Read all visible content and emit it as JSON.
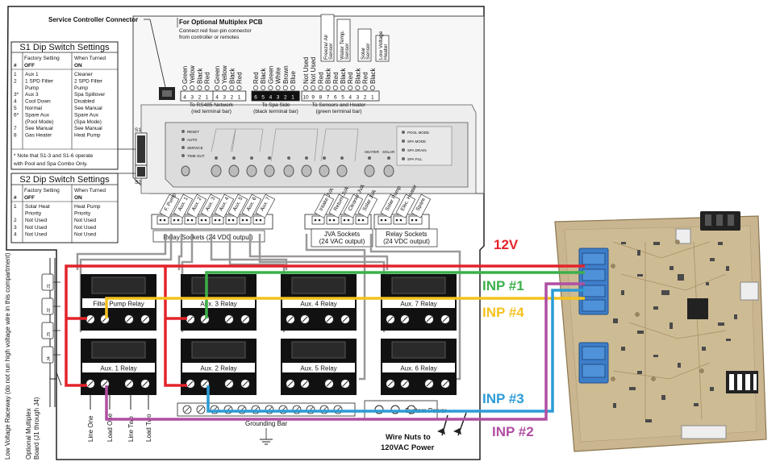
{
  "header": {
    "service_controller_connector": "Service Controller Connector",
    "multiplex_title": "For Optional Multiplex PCB",
    "multiplex_desc_1": "Connect red four-pin connector",
    "multiplex_desc_2": "from controller or remotes"
  },
  "s1_table": {
    "title": "S1 Dip Switch Settings",
    "col_num": "#",
    "col_factory_1": "Factory Setting",
    "col_factory_2": "OFF",
    "col_turned_1": "When Turned",
    "col_turned_2": "ON",
    "rows": [
      {
        "num": "1",
        "off": [
          "Aux 1"
        ],
        "on": [
          "Cleaner"
        ]
      },
      {
        "num": "2",
        "off": [
          "1 SPD Filter",
          "Pump"
        ],
        "on": [
          "2 SPD Filter",
          "Pump"
        ]
      },
      {
        "num": "3*",
        "off": [
          "Aux 3"
        ],
        "on": [
          "Spa Spillover"
        ]
      },
      {
        "num": "4",
        "off": [
          "Cool Down"
        ],
        "on": [
          "Disabled"
        ]
      },
      {
        "num": "5",
        "off": [
          "Normal"
        ],
        "on": [
          "See Manual"
        ]
      },
      {
        "num": "6*",
        "off": [
          "Spare Aux",
          "(Pool Mode)"
        ],
        "on": [
          "Spare Aux",
          "(Spa Mode)"
        ]
      },
      {
        "num": "7",
        "off": [
          "See Manual"
        ],
        "on": [
          "See Manual"
        ]
      },
      {
        "num": "8",
        "off": [
          "Gas Heater"
        ],
        "on": [
          "Heat Pump"
        ]
      }
    ],
    "note_1": "* Note that S1-3 and S1-6 operate",
    "note_2": "with Pool and Spa Combo Only."
  },
  "s2_table": {
    "title": "S2 Dip Switch Settings",
    "col_num": "#",
    "col_factory_1": "Factory Setting",
    "col_factory_2": "OFF",
    "col_turned_1": "When Turned",
    "col_turned_2": "ON",
    "rows": [
      {
        "num": "1",
        "off": [
          "Solar Heat",
          "Priority"
        ],
        "on": [
          "Heat Pump",
          "Priority"
        ]
      },
      {
        "num": "2",
        "off": [
          "Not Used"
        ],
        "on": [
          "Not Used"
        ]
      },
      {
        "num": "3",
        "off": [
          "Not Used"
        ],
        "on": [
          "Not Used"
        ]
      },
      {
        "num": "4",
        "off": [
          "Not Used"
        ],
        "on": [
          "Not Used"
        ]
      }
    ]
  },
  "terminals": {
    "rs485_wires": [
      "Green",
      "Yellow",
      "Black",
      "Red"
    ],
    "rs485_nums": [
      "4",
      "3",
      "2",
      "1"
    ],
    "rs485_wires_b": [
      "Green",
      "Yellow",
      "Black",
      "Red"
    ],
    "rs485_nums_b": [
      "4",
      "3",
      "2",
      "1"
    ],
    "rs485_label_1": "To RS485 Network",
    "rs485_label_2": "(red terminal bar)",
    "spa_wires": [
      "Red",
      "Black",
      "Green",
      "White",
      "Brown",
      "Blue"
    ],
    "spa_nums": [
      "6",
      "5",
      "4",
      "3",
      "2",
      "1"
    ],
    "spa_label_1": "To Spa Side",
    "spa_label_2": "(black terminal bar)",
    "sensor_wires": [
      "Not Used",
      "Not Used",
      "Red",
      "Black",
      "Red",
      "Black",
      "Red",
      "Black",
      "Red",
      "Black"
    ],
    "sensor_nums": [
      "10",
      "9",
      "8",
      "7",
      "6",
      "5",
      "4",
      "3",
      "2",
      "1"
    ],
    "sensor_groups": [
      "Freeze/ Air Sensor",
      "Water Temp. Sensor",
      "Solar Sensor",
      "Low Voltage Heater"
    ],
    "sensor_label_1": "To Sensors and Heater",
    "sensor_label_2": "(green terminal bar)"
  },
  "panel": {
    "s1": "S1",
    "s2": "S2",
    "leds": [
      "RESET",
      "AUTO",
      "SERVICE",
      "TIME OUT"
    ],
    "mode_leds": [
      "POOL MODE",
      "SPA MODE",
      "SPA DRAIN",
      "SPA FILL"
    ],
    "heater": "HEATER",
    "solar": "SOLAR"
  },
  "sockets": {
    "relay_labels": [
      "F. Pump",
      "Aux. 1",
      "Aux. 2",
      "Aux. 3",
      "Aux. 4",
      "Aux. 5",
      "Aux. 6",
      "Aux. 7"
    ],
    "relay_caption": "Relay Sockets (24 VDC output)",
    "jva_labels": [
      "Intake JVA",
      "Return JVA",
      "Cleaner JVA",
      "Solar JVA"
    ],
    "jva_caption_1": "JVA Sockets",
    "jva_caption_2": "(24 VAC output)",
    "relay2_labels": [
      "Solar Pump",
      "Elec. Heater",
      "Spare"
    ],
    "relay2_caption_1": "Relay Sockets",
    "relay2_caption_2": "(24 VDC output)"
  },
  "relays": [
    "Filter Pump Relay",
    "Aux. 3 Relay",
    "Aux. 4 Relay",
    "Aux. 7 Relay",
    "Aux. 1 Relay",
    "Aux. 2 Relay",
    "Aux. 5 Relay",
    "Aux. 6 Relay"
  ],
  "bottom": {
    "raceway": "Low Voltage Raceway (do not run high voltage wire in this compartment)",
    "multiplex_board_1": "Optional Multiplex",
    "multiplex_board_2": "Board (J1 through J4)",
    "j_labels": [
      "J1",
      "J2",
      "J3",
      "J4"
    ],
    "line_load": [
      "Line One",
      "Load One",
      "Line Two",
      "Load Two"
    ],
    "grounding_bar": "Grounding Bar",
    "system_power": "System Power",
    "wire_nuts_1": "Wire Nuts to",
    "wire_nuts_2": "120VAC Power"
  },
  "signals": {
    "v12": "12V",
    "inp1": "INP #1",
    "inp4": "INP #4",
    "inp3": "INP #3",
    "inp2": "INP #2"
  },
  "colors": {
    "red": "#e3232b",
    "green": "#3cb04a",
    "yellow": "#f4c21f",
    "blue": "#2b9bd6",
    "purple": "#b04fa3",
    "pcb": "#c9b58f"
  }
}
